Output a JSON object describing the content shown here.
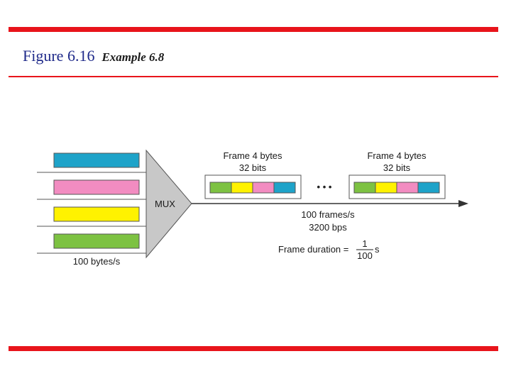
{
  "header": {
    "figure_label": "Figure 6.16",
    "example_label": "Example 6.8"
  },
  "diagram": {
    "mux_label": "MUX",
    "input_rate_label": "100 bytes/s",
    "frame_top_line": "Frame 4 bytes",
    "frame_bottom_line": "32 bits",
    "ellipsis": "• • •",
    "frames_rate_label": "100 frames/s",
    "bit_rate_label": "3200 bps",
    "frame_duration_prefix": "Frame duration =",
    "fraction_numerator": "1",
    "fraction_denominator": "100",
    "fraction_unit": "s",
    "input_colors": [
      "#1ea3c9",
      "#f28cc1",
      "#fff200",
      "#7dc242"
    ],
    "frame_slot_colors": [
      "#7dc242",
      "#fff200",
      "#f28cc1",
      "#1ea3c9"
    ]
  },
  "colors": {
    "accent_red": "#e8141b",
    "title_blue": "#1f2a8a",
    "mux_gray": "#c8c8c8"
  }
}
